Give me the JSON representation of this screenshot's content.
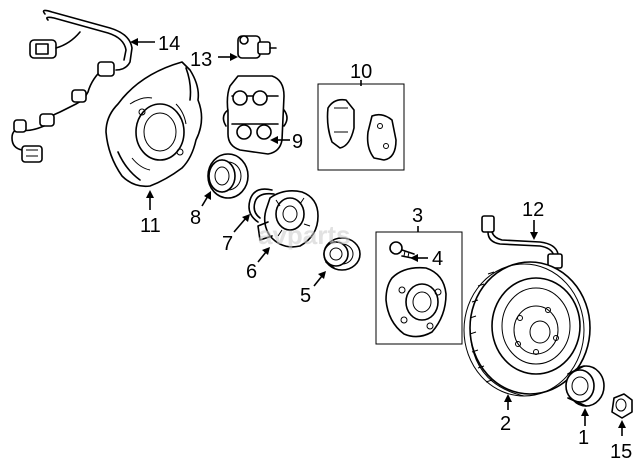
{
  "diagram": {
    "watermark": "avparts",
    "callouts": {
      "c1": "1",
      "c2": "2",
      "c3": "3",
      "c4": "4",
      "c5": "5",
      "c6": "6",
      "c7": "7",
      "c8": "8",
      "c9": "9",
      "c10": "10",
      "c11": "11",
      "c12": "12",
      "c13": "13",
      "c14": "14",
      "c15": "15"
    }
  }
}
